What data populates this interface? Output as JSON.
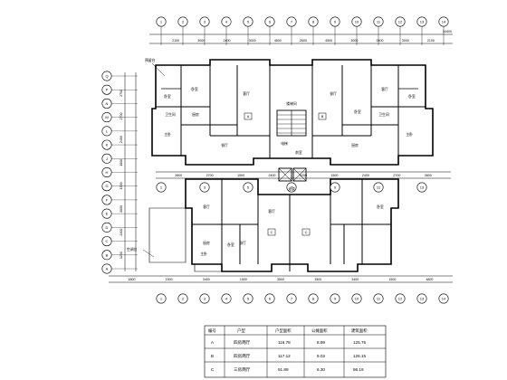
{
  "drawing": {
    "top_axes": [
      "1",
      "2",
      "3",
      "4",
      "5",
      "6",
      "7",
      "8",
      "9",
      "10",
      "11",
      "12",
      "13",
      "14"
    ],
    "left_axes": [
      "Q",
      "P",
      "N",
      "M",
      "L",
      "K",
      "J",
      "H",
      "G",
      "F",
      "E",
      "D",
      "C",
      "B",
      "A"
    ],
    "top_total": "34400",
    "top_dims": [
      "2100",
      "3000",
      "2400",
      "3000",
      "4500",
      "2600",
      "4500",
      "3000",
      "2400",
      "3000",
      "2100"
    ],
    "mid_dims": [
      "3800",
      "2700",
      "1500",
      "2400",
      "3200",
      "1500",
      "2400",
      "2700",
      "3800"
    ],
    "bottom_dims": [
      "4800",
      "1500",
      "3400",
      "1500",
      "3500",
      "1500",
      "3400",
      "1500",
      "4800"
    ],
    "left_dims": [
      "2700",
      "2700",
      "2400",
      "1800",
      "1500",
      "3000",
      "2400",
      "3200"
    ],
    "unit_labels": [
      "A",
      "B",
      "C",
      "C"
    ],
    "room_labels": [
      "卧室",
      "卧室",
      "客厅",
      "餐厅",
      "厨房",
      "卫生间",
      "主卧",
      "卧室",
      "客厅",
      "餐厅",
      "厨房",
      "卫生间",
      "主卧",
      "卧室",
      "客厅",
      "客厅",
      "餐厅",
      "厨房",
      "卧室",
      "主卧",
      "卧室",
      "电梯",
      "楼梯间",
      "前室",
      "走道"
    ],
    "side_notes": [
      "预留台",
      "空调位"
    ]
  },
  "table": {
    "headers": [
      "编号",
      "户型",
      "户型面积",
      "公摊面积",
      "建筑面积"
    ],
    "rows": [
      [
        "A",
        "四房两厅",
        "116.78",
        "8.99",
        "125.76"
      ],
      [
        "B",
        "四房两厅",
        "117.12",
        "9.03",
        "126.15"
      ],
      [
        "C",
        "三房两厅",
        "91.89",
        "6.30",
        "98.19"
      ]
    ]
  }
}
